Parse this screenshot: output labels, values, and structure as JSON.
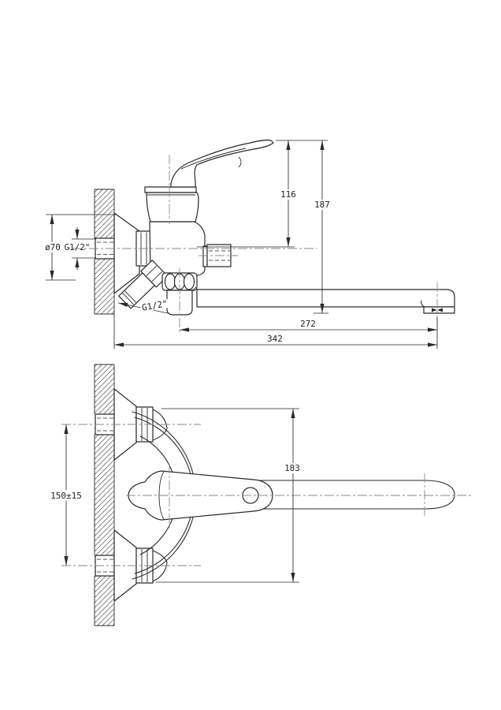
{
  "page": {
    "background_color": "#ffffff",
    "ink_color": "#2a2a2a",
    "centerline_color": "#8a8a8a"
  },
  "drawing": {
    "dims": {
      "d116": "116",
      "d187": "187",
      "d272": "272",
      "d342": "342",
      "dia70": "ø70",
      "g12_wall": "G1/2\"",
      "g12_shower": "G1/2\"",
      "d150": "150±15",
      "d183": "183"
    }
  }
}
